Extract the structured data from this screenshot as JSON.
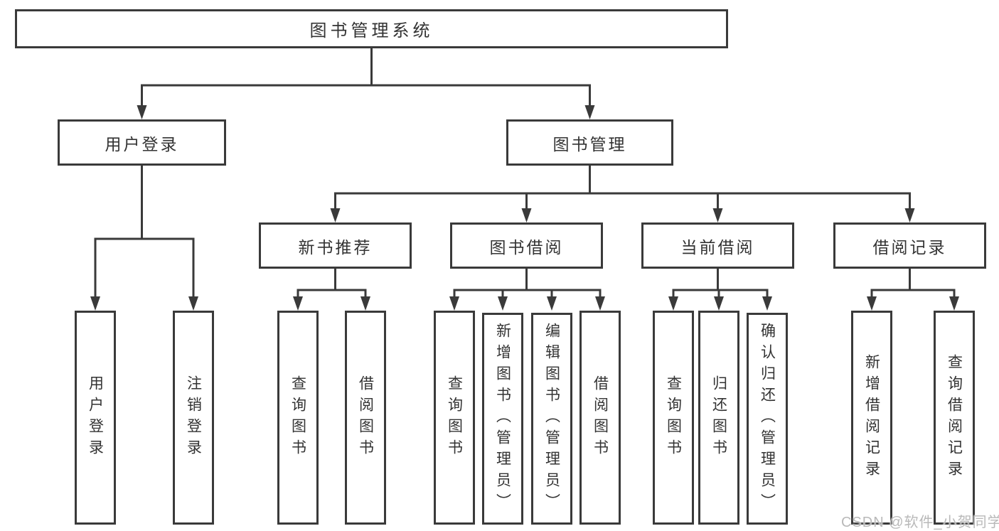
{
  "diagram_title": "图书管理系统",
  "nodes": {
    "root": {
      "label": "图书管理系统"
    },
    "user_login": {
      "label": "用户登录"
    },
    "book_mgmt": {
      "label": "图书管理"
    },
    "new_book_rec": {
      "label": "新书推荐"
    },
    "book_borrow": {
      "label": "图书借阅"
    },
    "current_borrow": {
      "label": "当前借阅"
    },
    "borrow_record": {
      "label": "借阅记录"
    },
    "leaf_user_login": {
      "label": "用户登录"
    },
    "leaf_logout": {
      "label": "注销登录"
    },
    "leaf_query_book_1": {
      "label": "查询图书"
    },
    "leaf_borrow_book_1": {
      "label": "借阅图书"
    },
    "leaf_query_book_2": {
      "label": "查询图书"
    },
    "leaf_add_book": {
      "label": "新增图书（管理员）"
    },
    "leaf_edit_book": {
      "label": "编辑图书（管理员）"
    },
    "leaf_borrow_book_2": {
      "label": "借阅图书"
    },
    "leaf_query_book_3": {
      "label": "查询图书"
    },
    "leaf_return_book": {
      "label": "归还图书"
    },
    "leaf_confirm_return": {
      "label": "确认归还（管理员）"
    },
    "leaf_add_record": {
      "label": "新增借阅记录"
    },
    "leaf_query_record": {
      "label": "查询借阅记录"
    }
  },
  "hierarchy": {
    "图书管理系统": {
      "用户登录": [
        "用户登录",
        "注销登录"
      ],
      "图书管理": {
        "新书推荐": [
          "查询图书",
          "借阅图书"
        ],
        "图书借阅": [
          "查询图书",
          "新增图书（管理员）",
          "编辑图书（管理员）",
          "借阅图书"
        ],
        "当前借阅": [
          "查询图书",
          "归还图书",
          "确认归还（管理员）"
        ],
        "借阅记录": [
          "新增借阅记录",
          "查询借阅记录"
        ]
      }
    }
  },
  "watermark": {
    "text": "CSDN @软件_小贺同学"
  },
  "colors": {
    "line": "#3a3a3a",
    "text": "#333333",
    "watermark": "#b9b9b9",
    "background": "#ffffff"
  }
}
